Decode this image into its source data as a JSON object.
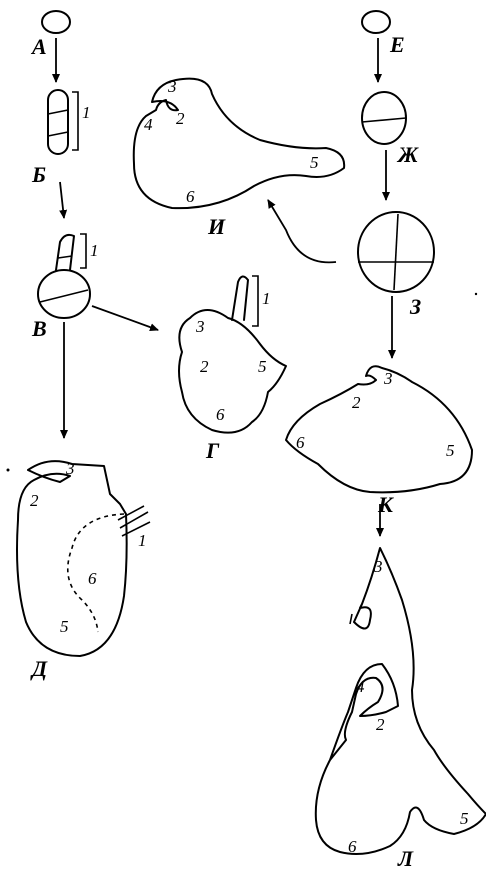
{
  "stages": {
    "A": "А",
    "B": "Б",
    "V": "В",
    "G": "Г",
    "D": "Д",
    "E": "Е",
    "Zh": "Ж",
    "Z": "З",
    "I": "И",
    "K": "К",
    "L": "Л"
  },
  "parts": {
    "p1": "1",
    "p2": "2",
    "p3": "3",
    "p4": "4",
    "p5": "5",
    "p6": "6"
  }
}
